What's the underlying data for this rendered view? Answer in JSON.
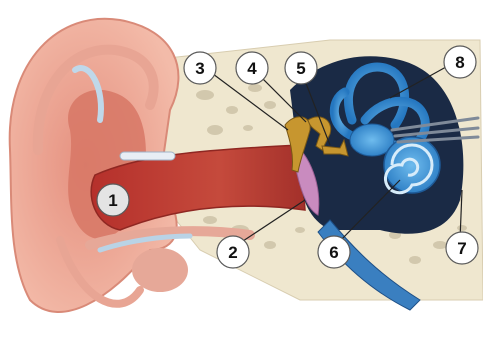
{
  "diagram": {
    "labels": [
      {
        "id": "1",
        "text": "1"
      },
      {
        "id": "2",
        "text": "2"
      },
      {
        "id": "3",
        "text": "3"
      },
      {
        "id": "4",
        "text": "4"
      },
      {
        "id": "5",
        "text": "5"
      },
      {
        "id": "6",
        "text": "6"
      },
      {
        "id": "7",
        "text": "7"
      },
      {
        "id": "8",
        "text": "8"
      }
    ],
    "colors": {
      "skin_outer": "#f2b8a6",
      "skin_inner": "#d9776a",
      "canal": "#b8342d",
      "bone": "#efe7cf",
      "bone_pores": "#cfc6ad",
      "middle_ear_cavity": "#18263f",
      "ossicles": "#c7962f",
      "eardrum": "#c98bbf",
      "inner_ear": "#3a8fd4",
      "label_circle": "#e9e9e9"
    }
  }
}
